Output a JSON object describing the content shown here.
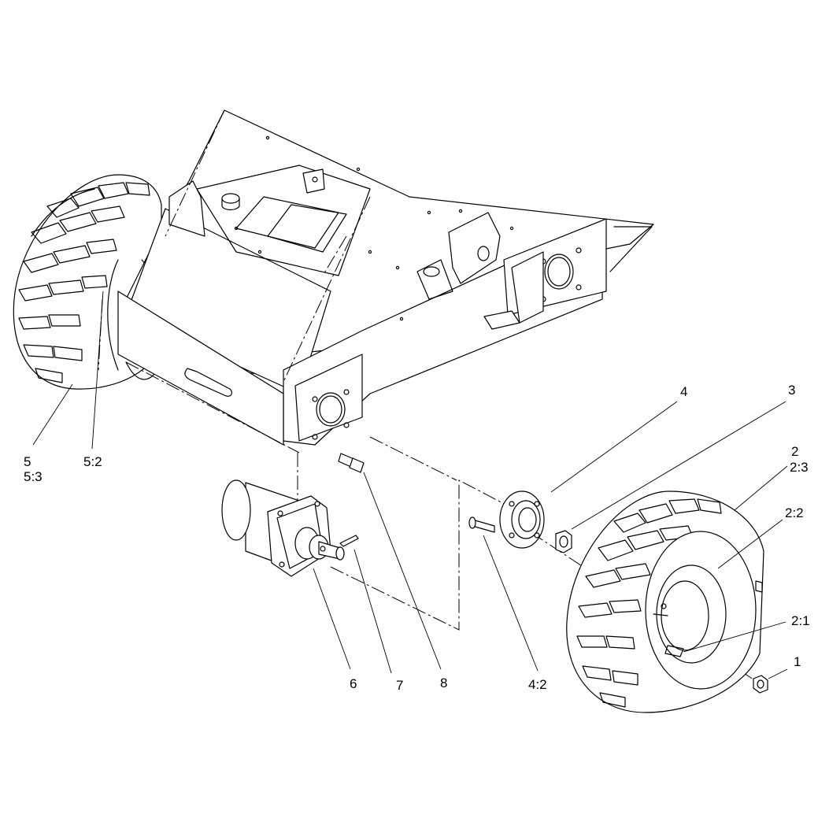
{
  "callouts": [
    {
      "id": "c1",
      "text": "1"
    },
    {
      "id": "c2",
      "text": "2"
    },
    {
      "id": "c2_3",
      "text": "2:3"
    },
    {
      "id": "c2_2",
      "text": "2:2"
    },
    {
      "id": "c2_1",
      "text": "2:1"
    },
    {
      "id": "c3",
      "text": "3"
    },
    {
      "id": "c4",
      "text": "4"
    },
    {
      "id": "c4_2",
      "text": "4:2"
    },
    {
      "id": "c5",
      "text": "5"
    },
    {
      "id": "c5_3",
      "text": "5:3"
    },
    {
      "id": "c5_2",
      "text": "5:2"
    },
    {
      "id": "c6",
      "text": "6"
    },
    {
      "id": "c7",
      "text": "7"
    },
    {
      "id": "c8",
      "text": "8"
    }
  ]
}
